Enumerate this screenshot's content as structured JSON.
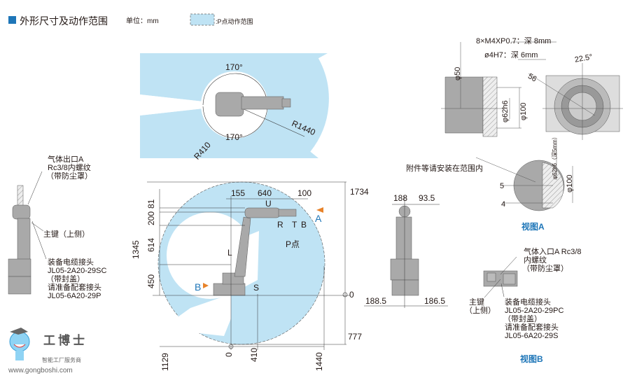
{
  "header": {
    "title": "外形尺寸及动作范围",
    "unit": "单位：mm",
    "legend_label": ":P点动作范围"
  },
  "colors": {
    "accent": "#1e76b8",
    "range_fill": "#bfe3f4",
    "robot": "#a9a9a9",
    "arrow": "#e8832a"
  },
  "top_view": {
    "angle_top": "170°",
    "angle_bottom": "170°",
    "r_inner": "R410",
    "r_outer": "R1440"
  },
  "side_view": {
    "dims_top": [
      "155",
      "640",
      "100"
    ],
    "dims_left": [
      "81",
      "200",
      "614",
      "450",
      "1345"
    ],
    "dims_right": [
      "1734",
      "0",
      "777"
    ],
    "dims_bottom": [
      "1129",
      "0",
      "410",
      "1440"
    ],
    "axes": {
      "u": "U",
      "r": "R",
      "t": "T",
      "b": "B",
      "l": "L",
      "s": "S"
    },
    "p_point": "P点",
    "view_a": "A",
    "view_b": "B"
  },
  "left_view": {
    "gas_outlet": [
      "气体出口A",
      "Rc3/8内螺纹",
      "（带防尘罩）"
    ],
    "main_key": "主键（上侧）",
    "connector": [
      "装备电缆接头",
      "JL05-2A20-29SC",
      "（带封盖）",
      "请准备配套接头",
      "JL05-6A20-29P"
    ]
  },
  "front_view": {
    "dims": [
      "188",
      "93.5",
      "188.5",
      "186.5"
    ]
  },
  "view_a": {
    "note_thread": "8×M4XP0.7：深 8mm",
    "note_pin": "ø4H7：深 6mm",
    "angle": "22.5°",
    "d56": "56",
    "phi50": "φ50",
    "phi62": "φ62h6",
    "phi100": "φ100",
    "attach_note": "附件等请安装在范围内",
    "detail_phi62": "φ62h6（深5mm）",
    "detail_phi100": "φ100",
    "detail_5": "5",
    "detail_4": "4",
    "caption": "视图A"
  },
  "view_b": {
    "gas_inlet": [
      "气体入口A Rc3/8",
      "内螺纹",
      "（带防尘罩）"
    ],
    "main_key": [
      "主键",
      "（上侧）"
    ],
    "connector": [
      "装备电缆接头",
      "JL05-2A20-29PC",
      "（带封盖）",
      "请准备配套接头",
      "JL05-6A20-29S"
    ],
    "caption": "视图B"
  },
  "logo": {
    "name": "工博士",
    "slogan": "智能工厂服务商",
    "url": "www.gongboshi.com"
  }
}
